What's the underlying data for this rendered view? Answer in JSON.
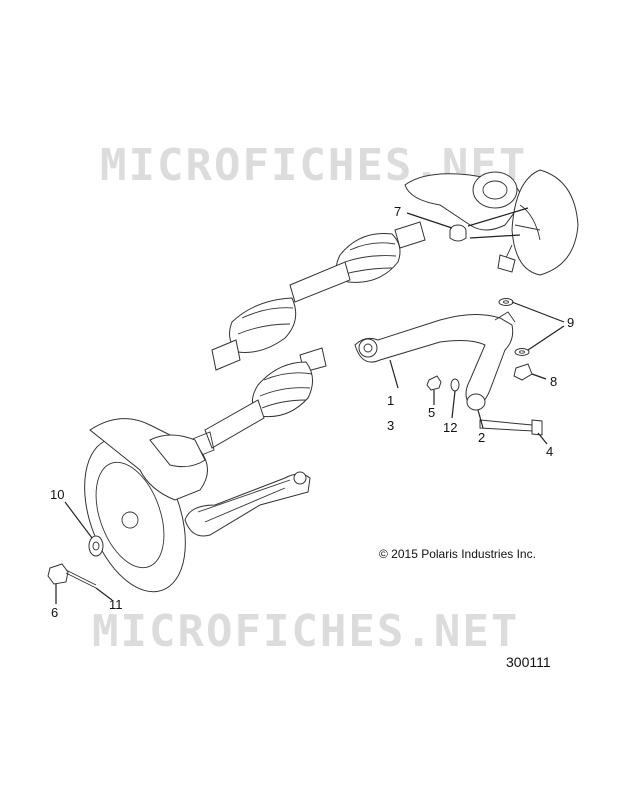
{
  "watermark": {
    "text": "MICROFICHES.NET"
  },
  "callouts": [
    "7",
    "9",
    "8",
    "1",
    "3",
    "5",
    "12",
    "2",
    "4",
    "10",
    "6",
    "11"
  ],
  "copyright": "© 2015 Polaris Industries Inc.",
  "diagram_number": "300111"
}
